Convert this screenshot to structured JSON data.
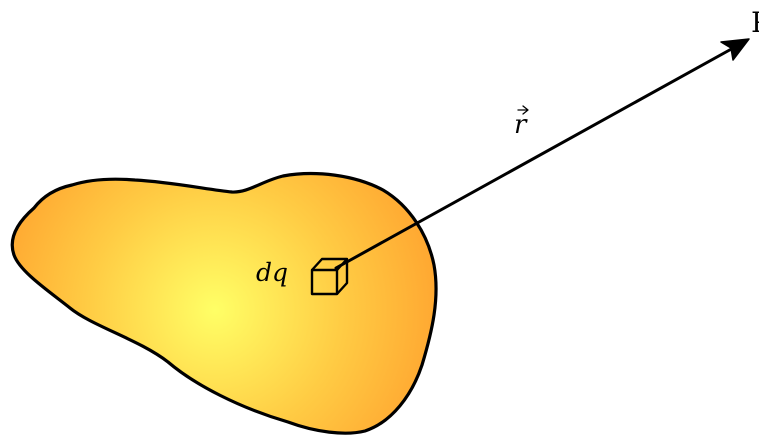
{
  "labels": {
    "point": "P",
    "charge_element": "dq",
    "position_vector": "r"
  },
  "colors": {
    "body_center": "#ffff66",
    "body_mid": "#ffcc44",
    "body_edge": "#ffa530",
    "outline": "#000000",
    "background": "#ffffff"
  },
  "icons": {
    "charge_element": "cube-icon",
    "vector_arrow": "arrowhead-icon",
    "vector_accent": "vector-arrow-accent"
  }
}
